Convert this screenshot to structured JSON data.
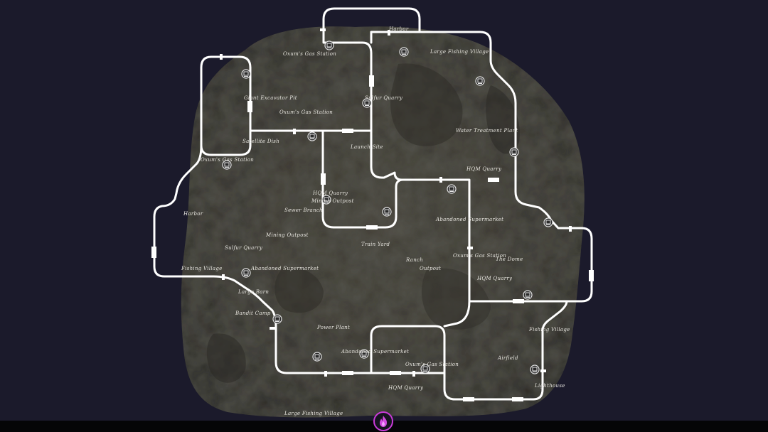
{
  "map": {
    "colors": {
      "background": "#1b1a2b",
      "land": "#3c3a33",
      "rail": "#ffffff",
      "logo_accent": "#c93bd9"
    },
    "labels": [
      {
        "id": "harbor-north",
        "text": "Harbor"
      },
      {
        "id": "oxums-gas-station-nw",
        "text": "Oxum's Gas Station"
      },
      {
        "id": "large-fishing-village-ne",
        "text": "Large Fishing Village"
      },
      {
        "id": "giant-excavator-pit",
        "text": "Giant Excavator Pit"
      },
      {
        "id": "sulfur-quarry-north",
        "text": "Sulfur Quarry"
      },
      {
        "id": "oxums-gas-station-mid",
        "text": "Oxum's Gas Station"
      },
      {
        "id": "water-treatment-plant",
        "text": "Water Treatment Plant"
      },
      {
        "id": "satellite-dish",
        "text": "Satellite Dish"
      },
      {
        "id": "launch-site",
        "text": "Launch Site"
      },
      {
        "id": "oxums-gas-station-west",
        "text": "Oxum's Gas Station"
      },
      {
        "id": "hqm-quarry-ne",
        "text": "HQM Quarry"
      },
      {
        "id": "hqm-quarry-center",
        "text": "HQM Quarry"
      },
      {
        "id": "mining-outpost-center",
        "text": "Mining Outpost"
      },
      {
        "id": "sewer-branch",
        "text": "Sewer Branch"
      },
      {
        "id": "harbor-west",
        "text": "Harbor"
      },
      {
        "id": "abandoned-supermarket-east",
        "text": "Abandoned Supermarket"
      },
      {
        "id": "mining-outpost-west",
        "text": "Mining Outpost"
      },
      {
        "id": "train-yard",
        "text": "Train Yard"
      },
      {
        "id": "sulfur-quarry-west",
        "text": "Sulfur Quarry"
      },
      {
        "id": "oxums-gas-station-east",
        "text": "Oxum's Gas Station"
      },
      {
        "id": "ranch",
        "text": "Ranch"
      },
      {
        "id": "the-dome",
        "text": "The Dome"
      },
      {
        "id": "outpost",
        "text": "Outpost"
      },
      {
        "id": "fishing-village-west",
        "text": "Fishing Village"
      },
      {
        "id": "abandoned-supermarket-west",
        "text": "Abandoned Supermarket"
      },
      {
        "id": "hqm-quarry-east",
        "text": "HQM Quarry"
      },
      {
        "id": "large-barn",
        "text": "Large Barn"
      },
      {
        "id": "bandit-camp",
        "text": "Bandit Camp"
      },
      {
        "id": "power-plant",
        "text": "Power Plant"
      },
      {
        "id": "fishing-village-east",
        "text": "Fishing Village"
      },
      {
        "id": "abandoned-supermarket-south",
        "text": "Abandoned Supermarket"
      },
      {
        "id": "airfield",
        "text": "Airfield"
      },
      {
        "id": "oxums-gas-station-south",
        "text": "Oxum's Gas Station"
      },
      {
        "id": "hqm-quarry-south",
        "text": "HQM Quarry"
      },
      {
        "id": "lighthouse",
        "text": "Lighthouse"
      },
      {
        "id": "large-fishing-village-south",
        "text": "Large Fishing Village"
      }
    ],
    "station_icon": "train-station-icon",
    "logo_icon": "flame-logo-icon"
  }
}
